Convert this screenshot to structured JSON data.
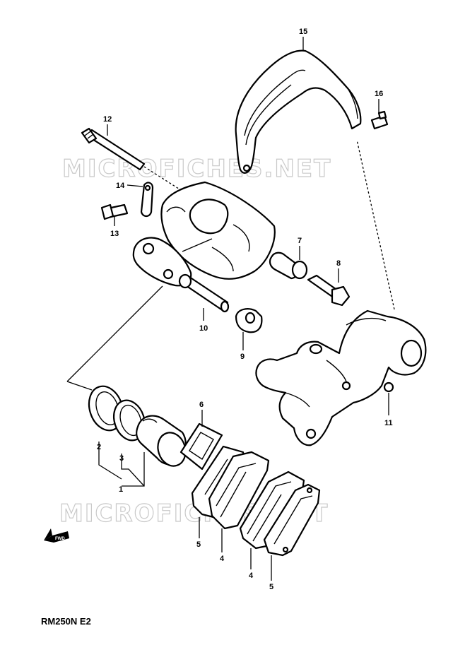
{
  "watermarks": [
    "MICROFICHES.NET",
    "MICROFICHES.NET"
  ],
  "model_code": "RM250N E2",
  "direction_icon_label": "FWD",
  "callouts": {
    "p1": "1",
    "p2": "2",
    "p3": "3",
    "p4a": "4",
    "p4b": "4",
    "p5a": "5",
    "p5b": "5",
    "p6": "6",
    "p7": "7",
    "p8": "8",
    "p9": "9",
    "p10": "10",
    "p11": "11",
    "p12": "12",
    "p13": "13",
    "p14": "14",
    "p15": "15",
    "p16": "16"
  }
}
